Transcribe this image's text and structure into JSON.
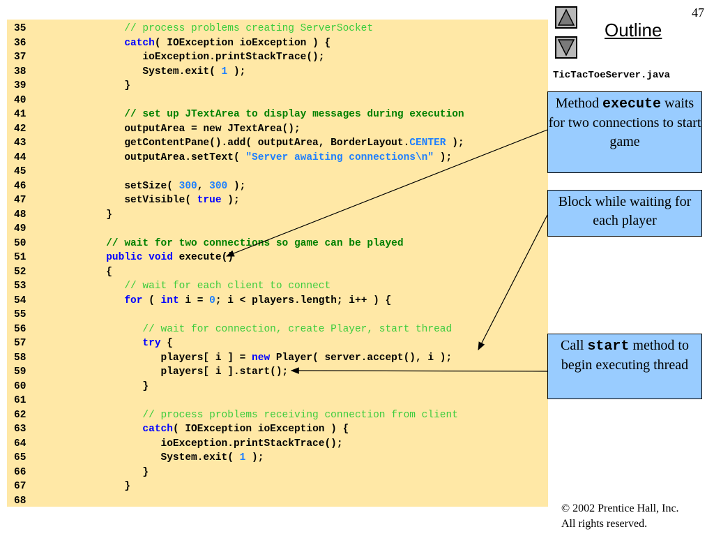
{
  "slide": {
    "number": "47",
    "outline_label": "Outline",
    "filename": "TicTacToeServer.java",
    "copyright_line1": "© 2002 Prentice Hall, Inc.",
    "copyright_line2": "All rights reserved."
  },
  "nav": {
    "up_icon": "triangle-up-icon",
    "down_icon": "triangle-down-icon"
  },
  "callouts": [
    {
      "parts": [
        {
          "t": "Method "
        },
        {
          "t": "execute",
          "mono": true
        },
        {
          "t": " waits for two connections to start game"
        }
      ]
    },
    {
      "parts": [
        {
          "t": "Block while waiting for each player"
        }
      ]
    },
    {
      "parts": [
        {
          "t": "Call "
        },
        {
          "t": "start",
          "mono": true
        },
        {
          "t": " method to begin executing thread"
        }
      ]
    }
  ],
  "code_lines": [
    {
      "n": "35",
      "s": [
        {
          "t": "         "
        },
        {
          "t": "// process problems creating ServerSocket",
          "c": "cmt-light"
        }
      ]
    },
    {
      "n": "36",
      "s": [
        {
          "t": "         "
        },
        {
          "t": "catch",
          "c": "kw"
        },
        {
          "t": "( IOException ioException ) {"
        }
      ]
    },
    {
      "n": "37",
      "s": [
        {
          "t": "            ioException.printStackTrace();"
        }
      ]
    },
    {
      "n": "38",
      "s": [
        {
          "t": "            System.exit( "
        },
        {
          "t": "1",
          "c": "num"
        },
        {
          "t": " );"
        }
      ]
    },
    {
      "n": "39",
      "s": [
        {
          "t": "         }"
        }
      ]
    },
    {
      "n": "40",
      "s": []
    },
    {
      "n": "41",
      "s": [
        {
          "t": "         "
        },
        {
          "t": "// set up JTextArea to display messages during execution",
          "c": "cmt-dark"
        }
      ]
    },
    {
      "n": "42",
      "s": [
        {
          "t": "         outputArea = new JTextArea();"
        }
      ]
    },
    {
      "n": "43",
      "s": [
        {
          "t": "         getContentPane().add( outputArea, BorderLayout."
        },
        {
          "t": "CENTER",
          "c": "num"
        },
        {
          "t": " );"
        }
      ]
    },
    {
      "n": "44",
      "s": [
        {
          "t": "         outputArea.setText( "
        },
        {
          "t": "\"Server awaiting connections\\n\"",
          "c": "str"
        },
        {
          "t": " );"
        }
      ]
    },
    {
      "n": "45",
      "s": []
    },
    {
      "n": "46",
      "s": [
        {
          "t": "         setSize( "
        },
        {
          "t": "300",
          "c": "num"
        },
        {
          "t": ", "
        },
        {
          "t": "300",
          "c": "num"
        },
        {
          "t": " );"
        }
      ]
    },
    {
      "n": "47",
      "s": [
        {
          "t": "         setVisible( "
        },
        {
          "t": "true",
          "c": "kw"
        },
        {
          "t": " );"
        }
      ]
    },
    {
      "n": "48",
      "s": [
        {
          "t": "      }"
        }
      ]
    },
    {
      "n": "49",
      "s": []
    },
    {
      "n": "50",
      "s": [
        {
          "t": "      "
        },
        {
          "t": "// wait for two connections so game can be played",
          "c": "cmt-dark"
        }
      ]
    },
    {
      "n": "51",
      "s": [
        {
          "t": "      "
        },
        {
          "t": "public",
          "c": "kw"
        },
        {
          "t": " "
        },
        {
          "t": "void",
          "c": "kw"
        },
        {
          "t": " execute()"
        }
      ]
    },
    {
      "n": "52",
      "s": [
        {
          "t": "      {"
        }
      ]
    },
    {
      "n": "53",
      "s": [
        {
          "t": "         "
        },
        {
          "t": "// wait for each client to connect",
          "c": "cmt-light"
        }
      ]
    },
    {
      "n": "54",
      "s": [
        {
          "t": "         "
        },
        {
          "t": "for",
          "c": "kw"
        },
        {
          "t": " ( "
        },
        {
          "t": "int",
          "c": "kw"
        },
        {
          "t": " i = "
        },
        {
          "t": "0",
          "c": "num"
        },
        {
          "t": "; i < players.length; i++ ) {"
        }
      ]
    },
    {
      "n": "55",
      "s": []
    },
    {
      "n": "56",
      "s": [
        {
          "t": "            "
        },
        {
          "t": "// wait for connection, create Player, start thread",
          "c": "cmt-light"
        }
      ]
    },
    {
      "n": "57",
      "s": [
        {
          "t": "            "
        },
        {
          "t": "try",
          "c": "kw"
        },
        {
          "t": " {"
        }
      ]
    },
    {
      "n": "58",
      "s": [
        {
          "t": "               players[ i ] = "
        },
        {
          "t": "new",
          "c": "kw"
        },
        {
          "t": " Player( server.accept(), i );"
        }
      ]
    },
    {
      "n": "59",
      "s": [
        {
          "t": "               players[ i ].start();"
        }
      ]
    },
    {
      "n": "60",
      "s": [
        {
          "t": "            }"
        }
      ]
    },
    {
      "n": "61",
      "s": []
    },
    {
      "n": "62",
      "s": [
        {
          "t": "            "
        },
        {
          "t": "// process problems receiving connection from client",
          "c": "cmt-light"
        }
      ]
    },
    {
      "n": "63",
      "s": [
        {
          "t": "            "
        },
        {
          "t": "catch",
          "c": "kw"
        },
        {
          "t": "( IOException ioException ) {"
        }
      ]
    },
    {
      "n": "64",
      "s": [
        {
          "t": "               ioException.printStackTrace();"
        }
      ]
    },
    {
      "n": "65",
      "s": [
        {
          "t": "               System.exit( "
        },
        {
          "t": "1",
          "c": "num"
        },
        {
          "t": " );"
        }
      ]
    },
    {
      "n": "66",
      "s": [
        {
          "t": "            }"
        }
      ]
    },
    {
      "n": "67",
      "s": [
        {
          "t": "         }"
        }
      ]
    },
    {
      "n": "68",
      "s": []
    }
  ]
}
